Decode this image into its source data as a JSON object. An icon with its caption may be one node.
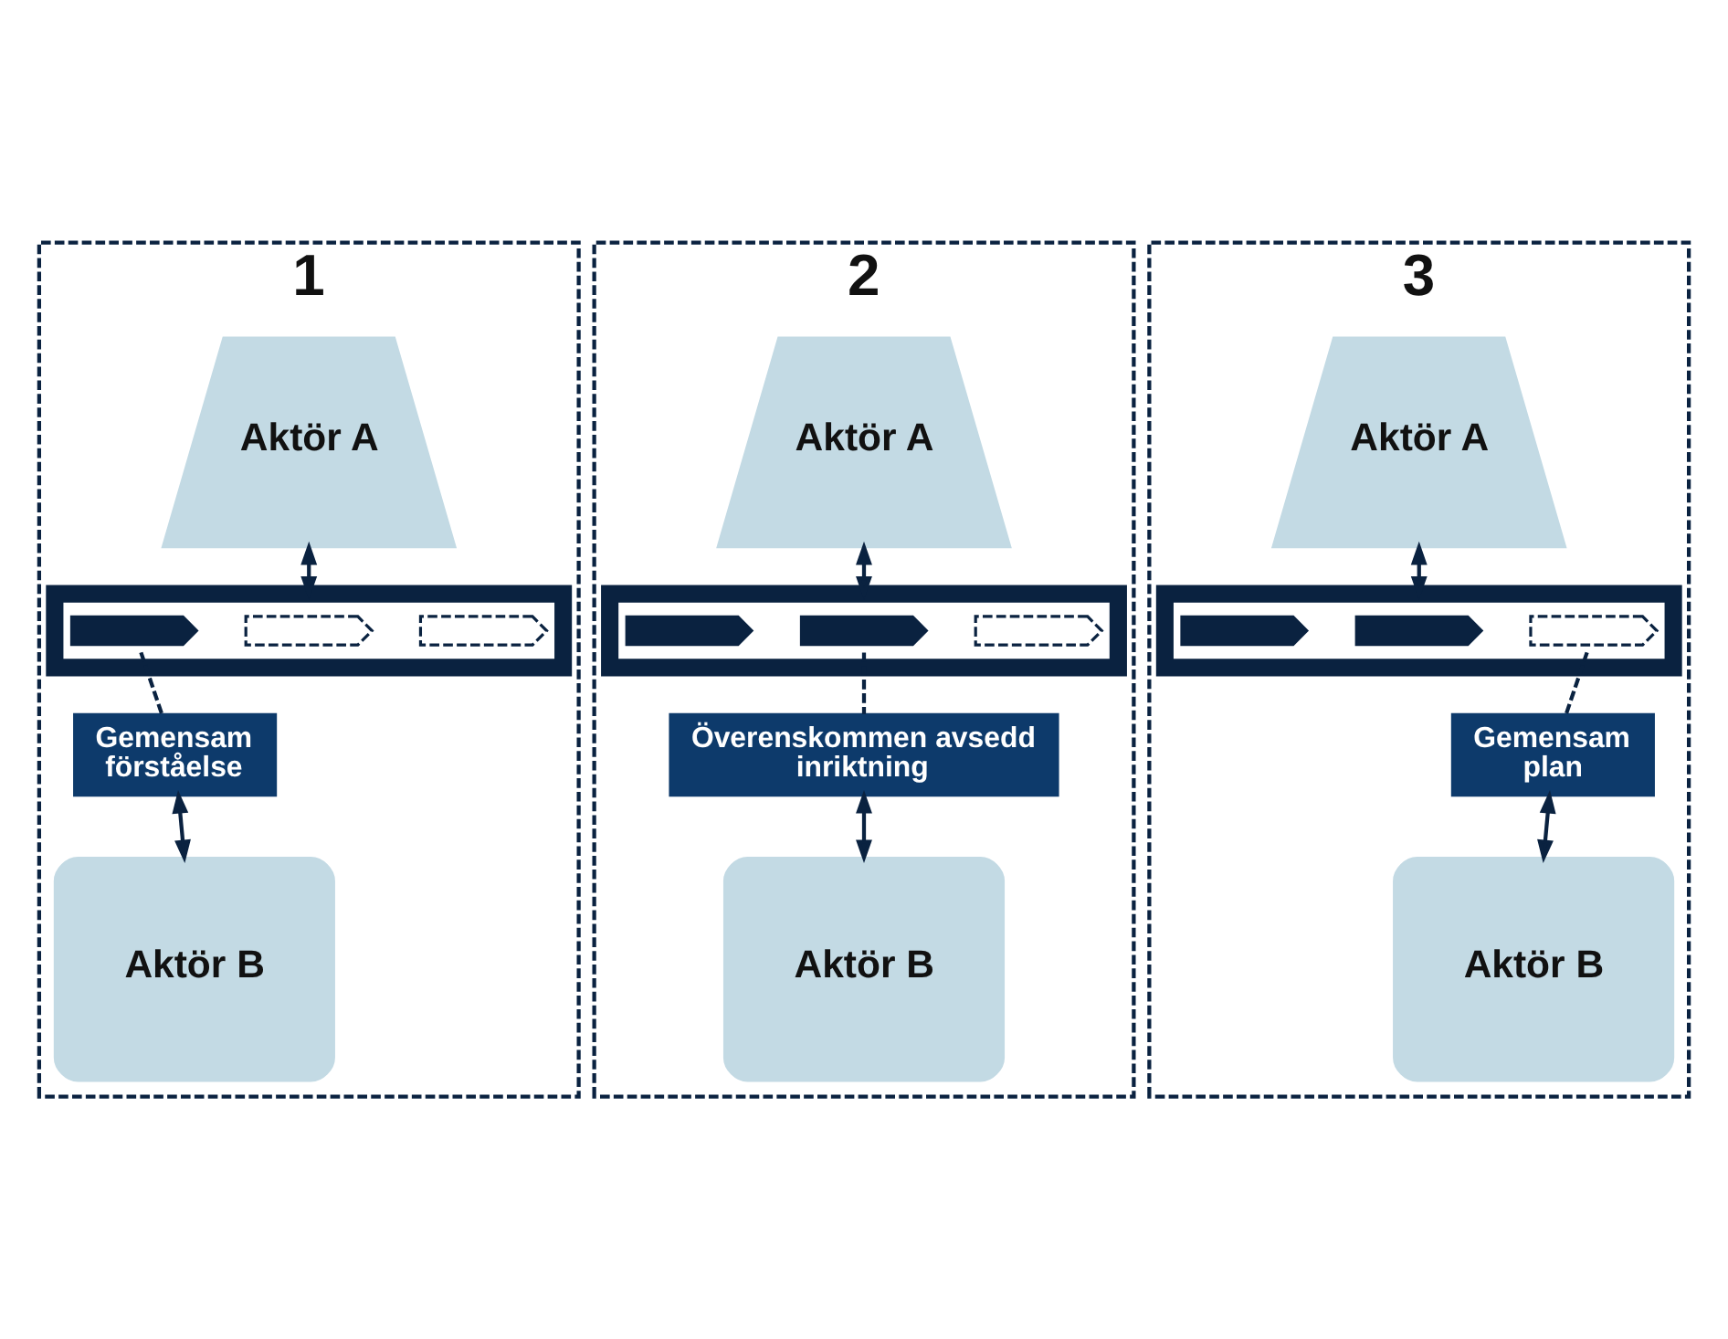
{
  "diagram": {
    "nodes": [
      {
        "text": [
          "1"
        ]
      },
      {
        "text": [
          "Aktör A"
        ],
        "in": 0
      },
      {
        "text": [],
        "shape": "arrow",
        "in": 0
      },
      {
        "text": [],
        "shape": "chevron",
        "in": 2
      },
      {
        "text": [],
        "shape": "chevron",
        "in": 2
      },
      {
        "text": [],
        "shape": "chevron",
        "in": 2
      },
      {
        "text": [
          "Gemensam förståelse"
        ],
        "in": 0
      },
      {
        "text": [
          "Aktör B"
        ],
        "in": 0
      },
      {
        "text": [
          "2"
        ]
      },
      {
        "text": [
          "Aktör A"
        ],
        "in": 8
      },
      {
        "text": [],
        "shape": "arrow",
        "in": 8
      },
      {
        "text": [],
        "shape": "chevron",
        "in": 10
      },
      {
        "text": [],
        "shape": "chevron",
        "in": 10
      },
      {
        "text": [],
        "shape": "chevron",
        "in": 10
      },
      {
        "text": [
          "Överenskommen avsedd inriktning"
        ],
        "in": 8
      },
      {
        "text": [
          "Aktör B"
        ],
        "in": 8
      },
      {
        "text": [
          "3"
        ]
      },
      {
        "text": [
          "Aktör A"
        ],
        "in": 16
      },
      {
        "text": [],
        "shape": "arrow",
        "in": 16
      },
      {
        "text": [],
        "shape": "chevron",
        "in": 18
      },
      {
        "text": [],
        "shape": "chevron",
        "in": 18
      },
      {
        "text": [],
        "shape": "chevron",
        "in": 18
      },
      {
        "text": [
          "Gemensam plan"
        ],
        "in": 16
      },
      {
        "text": [
          "Aktör B"
        ],
        "in": 16
      }
    ],
    "edges": [
      {
        "from": 1,
        "to": 2,
        "arrow": "both"
      },
      {
        "from": 3,
        "to": 6,
        "arrow": "none",
        "style": "dashed"
      },
      {
        "from": 6,
        "to": 7,
        "arrow": "both"
      },
      {
        "from": 9,
        "to": 10,
        "arrow": "both"
      },
      {
        "from": 12,
        "to": 14,
        "arrow": "none",
        "style": "dashed"
      },
      {
        "from": 14,
        "to": 15,
        "arrow": "both"
      },
      {
        "from": 17,
        "to": 18,
        "arrow": "both"
      },
      {
        "from": 21,
        "to": 22,
        "arrow": "none",
        "style": "dashed"
      },
      {
        "from": 22,
        "to": 23,
        "arrow": "both"
      }
    ]
  }
}
